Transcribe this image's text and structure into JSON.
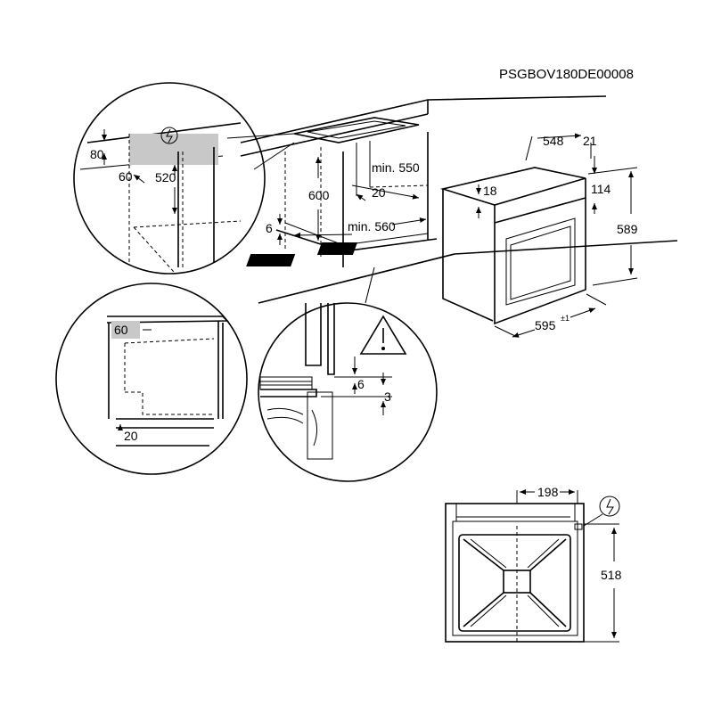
{
  "code": "PSGBOV180DE00008",
  "oven": {
    "width": "548",
    "depth_front": "21",
    "top_gap": "18",
    "panel": "114",
    "height": "589",
    "width_total": "595",
    "tolerance": "±1"
  },
  "cabinet": {
    "min_depth": "min. 550",
    "vent": "20",
    "height": "600",
    "gap": "6",
    "min_width": "min. 560"
  },
  "detail_top": {
    "d80": "80",
    "d60": "60",
    "d520": "520"
  },
  "detail_side": {
    "d60": "60",
    "d20": "20"
  },
  "detail_floor": {
    "d6": "6",
    "d3": "3"
  },
  "rear": {
    "d198": "198",
    "d518": "518"
  }
}
